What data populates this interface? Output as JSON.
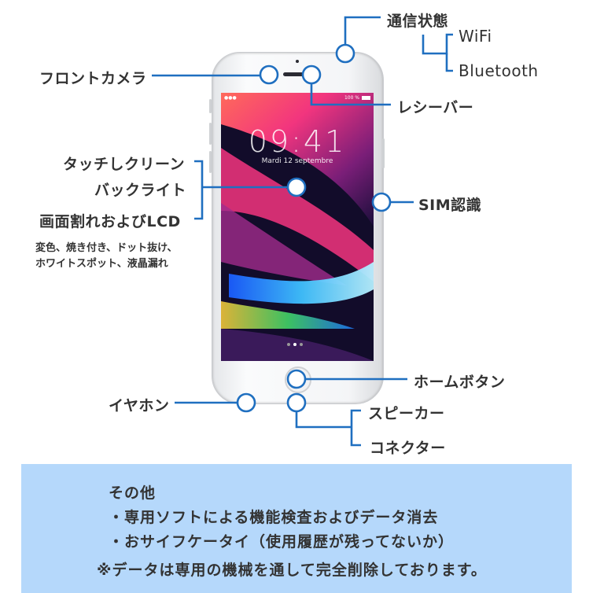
{
  "labels": {
    "front_camera": "フロントカメラ",
    "communication": "通信状態",
    "wifi": "WiFi",
    "bluetooth": "Bluetooth",
    "receiver": "レシーバー",
    "touch": "タッチしクリーン",
    "backlight": "バックライト",
    "lcd": "画面割れおよびLCD",
    "lcd_detail_1": "変色、焼き付き、ドット抜け、",
    "lcd_detail_2": "ホワイトスポット、液晶漏れ",
    "sim": "SIM認識",
    "home_button": "ホームボタン",
    "earphone": "イヤホン",
    "speaker": "スピーカー",
    "connector": "コネクター"
  },
  "phone_screen": {
    "time": "09:41",
    "date": "Mardi 12 septembre",
    "battery": "100 %"
  },
  "other": {
    "heading": "その他",
    "item_1": "・専用ソフトによる機能検査およびデータ消去",
    "item_2": "・おサイフケータイ（使用履歴が残ってないか）",
    "note": "※データは専用の機械を通して完全削除しております。"
  },
  "colors": {
    "accent_line": "#1f6fc0",
    "panel_bg": "#b5d8fb"
  }
}
